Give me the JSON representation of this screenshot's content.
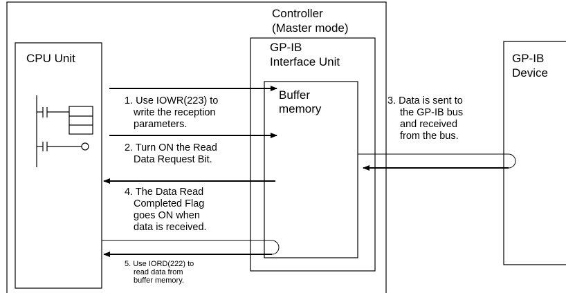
{
  "labels": {
    "controller": [
      "Controller",
      "(Master mode)"
    ],
    "cpu_unit": "CPU Unit",
    "gpib_unit": [
      "GP-IB",
      "Interface Unit"
    ],
    "buffer": [
      "Buffer",
      "memory"
    ],
    "gpib_device": [
      "GP-IB",
      "Device"
    ]
  },
  "steps": {
    "step1": [
      "1. Use IOWR(223) to",
      "write the reception",
      "parameters."
    ],
    "step2": [
      "2. Turn ON the Read",
      "Data Request Bit."
    ],
    "step3": [
      "3. Data is sent to",
      "the GP-IB bus",
      "and received",
      "from the bus."
    ],
    "step4": [
      "4. The Data Read",
      "Completed Flag",
      "goes ON when",
      "data is received."
    ],
    "step5": [
      "5. Use IORD(222) to",
      "read data from",
      "buffer memory."
    ]
  }
}
